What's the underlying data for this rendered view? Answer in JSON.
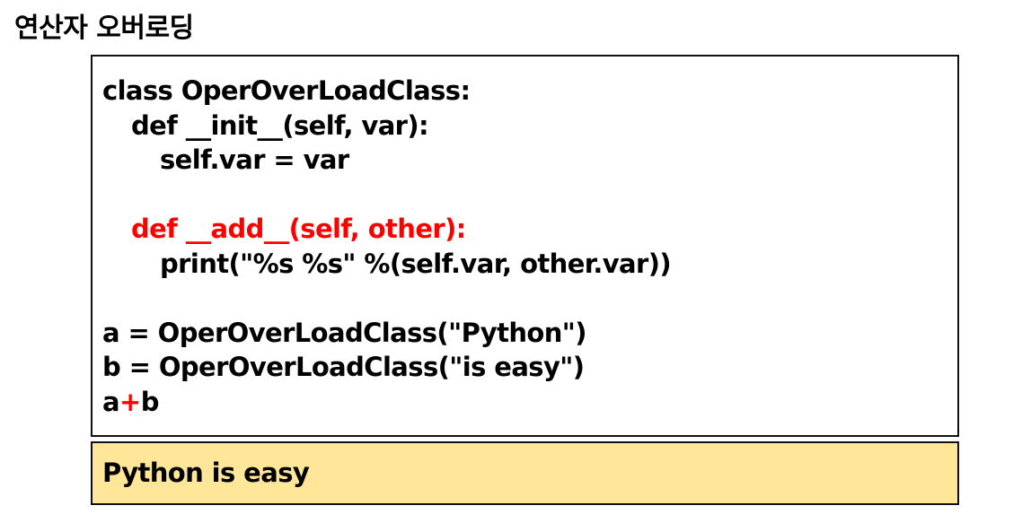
{
  "title": "연산자 오버로딩",
  "code": {
    "lines": [
      "class OperOverLoadClass:",
      "def __init__(self, var):",
      "self.var = var",
      "",
      "def __add__(self, other):",
      "print(\"%s %s\" %(self.var, other.var))",
      "",
      "a = OperOverLoadClass(\"Python\")",
      "b = OperOverLoadClass(\"is easy\")"
    ],
    "last_line": {
      "left": "a",
      "operator": "+",
      "right": "b"
    }
  },
  "output": {
    "text": "Python is easy"
  },
  "colors": {
    "highlight": "#ff0000",
    "output_background": "#ffe699",
    "border": "#111111"
  }
}
